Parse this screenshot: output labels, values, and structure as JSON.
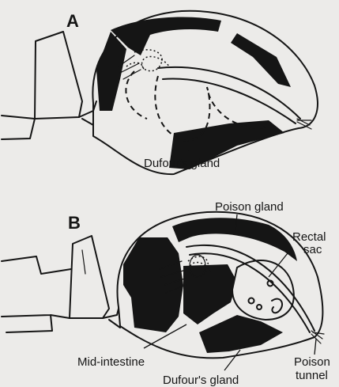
{
  "panel_a": {
    "letter": "A",
    "labels": {
      "dufours_gland": "Dufour's gland"
    }
  },
  "panel_b": {
    "letter": "B",
    "labels": {
      "poison_gland": "Poison gland",
      "rectal_sac_line1": "Rectal",
      "rectal_sac_line2": "sac",
      "mid_intestine": "Mid-intestine",
      "dufours_gland": "Dufour's gland",
      "poison_tunnel_line1": "Poison",
      "poison_tunnel_line2": "tunnel"
    }
  }
}
